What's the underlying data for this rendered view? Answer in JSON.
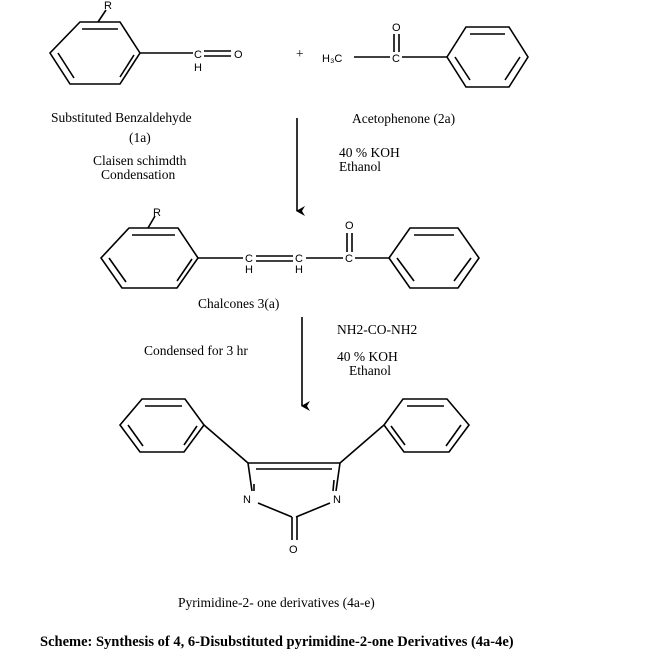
{
  "compounds": {
    "benzaldehyde": {
      "name": "Substituted Benzaldehyde",
      "code": "(1a)",
      "substituent": "R",
      "aldehyde_c": "C",
      "aldehyde_h": "H",
      "aldehyde_o": "O"
    },
    "plus": "+",
    "acetophenone": {
      "name": "Acetophenone (2a)",
      "methyl": "H₃C",
      "carbonyl_c": "C",
      "carbonyl_o": "O"
    },
    "chalcone": {
      "name": "Chalcones 3(a)",
      "substituent": "R",
      "c1": "C",
      "h1": "H",
      "c2": "C",
      "h2": "H",
      "c3": "C",
      "o": "O"
    },
    "pyrimidinone": {
      "name": "Pyrimidine-2- one derivatives (4a-e)",
      "n1": "N",
      "n2": "N",
      "o": "O"
    }
  },
  "steps": {
    "step1": {
      "left_line1": "Claisen schimdth",
      "left_line2": "Condensation",
      "right_line1": "40 % KOH",
      "right_line2": "Ethanol"
    },
    "step2": {
      "left_line1": "Condensed for 3 hr",
      "right_line1": "NH2-CO-NH2",
      "right_line2": "40 % KOH",
      "right_line3": "Ethanol"
    }
  },
  "caption": "Scheme: Synthesis of 4, 6-Disubstituted pyrimidine-2-one Derivatives (4a-4e)"
}
